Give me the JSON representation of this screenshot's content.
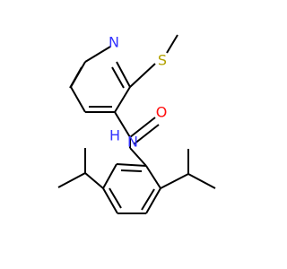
{
  "molecule": {
    "atom_labels": {
      "pyridine_nitrogen": "N",
      "sulfur": "S",
      "carbonyl_oxygen": "O",
      "amide_nitrogen": "N",
      "amide_hydrogen": "H"
    },
    "colors": {
      "bond": "#000000",
      "nitrogen": "#3333ff",
      "sulfur": "#b2a100",
      "oxygen": "#ff0d0d"
    }
  }
}
